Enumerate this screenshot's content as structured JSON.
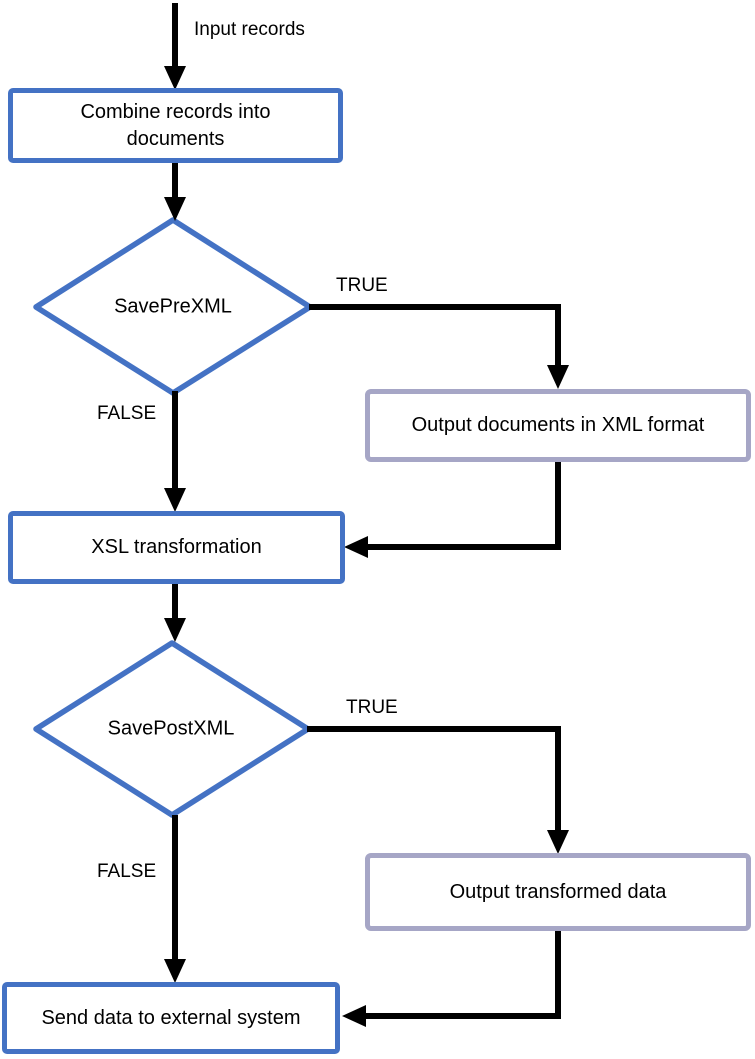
{
  "flowchart": {
    "background": "#ffffff",
    "colors": {
      "process_border": "#4472c4",
      "output_border": "#a6a6c6",
      "connector": "#000000",
      "text": "#000000"
    },
    "edge_labels": {
      "input": "Input records",
      "save_pre_true": "TRUE",
      "save_pre_false": "FALSE",
      "save_post_true": "TRUE",
      "save_post_false": "FALSE"
    },
    "nodes": {
      "combine": {
        "type": "process",
        "label": "Combine records into documents"
      },
      "save_pre_xml": {
        "type": "decision",
        "label": "SavePreXML"
      },
      "output_xml": {
        "type": "output",
        "label": "Output documents in XML format"
      },
      "xsl_transformation": {
        "type": "process",
        "label": "XSL transformation"
      },
      "save_post_xml": {
        "type": "decision",
        "label": "SavePostXML"
      },
      "output_transformed": {
        "type": "output",
        "label": "Output transformed data"
      },
      "send_external": {
        "type": "process",
        "label": "Send data to external system"
      }
    }
  }
}
